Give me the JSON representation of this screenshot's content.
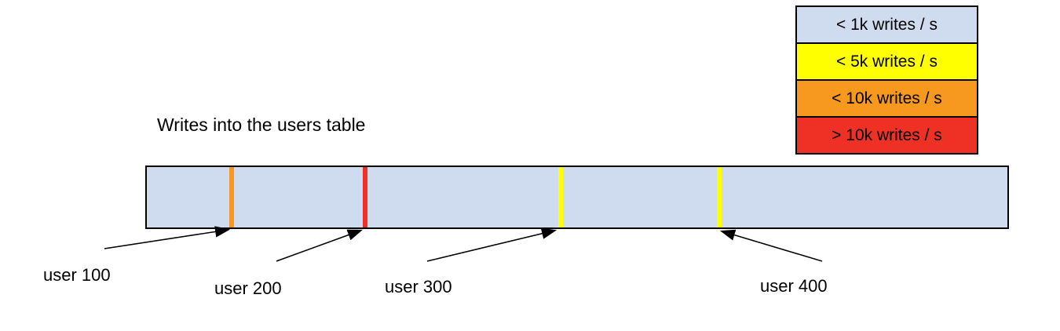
{
  "title": "Writes into the users table",
  "legend": {
    "items": [
      {
        "label": "< 1k writes / s",
        "color": "#cfdcef"
      },
      {
        "label": "< 5k writes / s",
        "color": "#ffff00"
      },
      {
        "label": "< 10k writes / s",
        "color": "#f6991e"
      },
      {
        "label": "> 10k writes / s",
        "color": "#ee3124"
      }
    ]
  },
  "bar": {
    "fill": "#cfdcef",
    "border_color": "#000000",
    "markers": [
      {
        "label": "user 100",
        "color": "#f6991e",
        "rate_bucket": "< 10k writes / s",
        "position_pct": 9.8
      },
      {
        "label": "user 200",
        "color": "#ee3124",
        "rate_bucket": "> 10k writes / s",
        "position_pct": 25.3
      },
      {
        "label": "user 300",
        "color": "#ffff00",
        "rate_bucket": "< 5k writes / s",
        "position_pct": 47.9
      },
      {
        "label": "user 400",
        "color": "#ffff00",
        "rate_bucket": "< 5k writes / s",
        "position_pct": 66.3
      }
    ]
  }
}
